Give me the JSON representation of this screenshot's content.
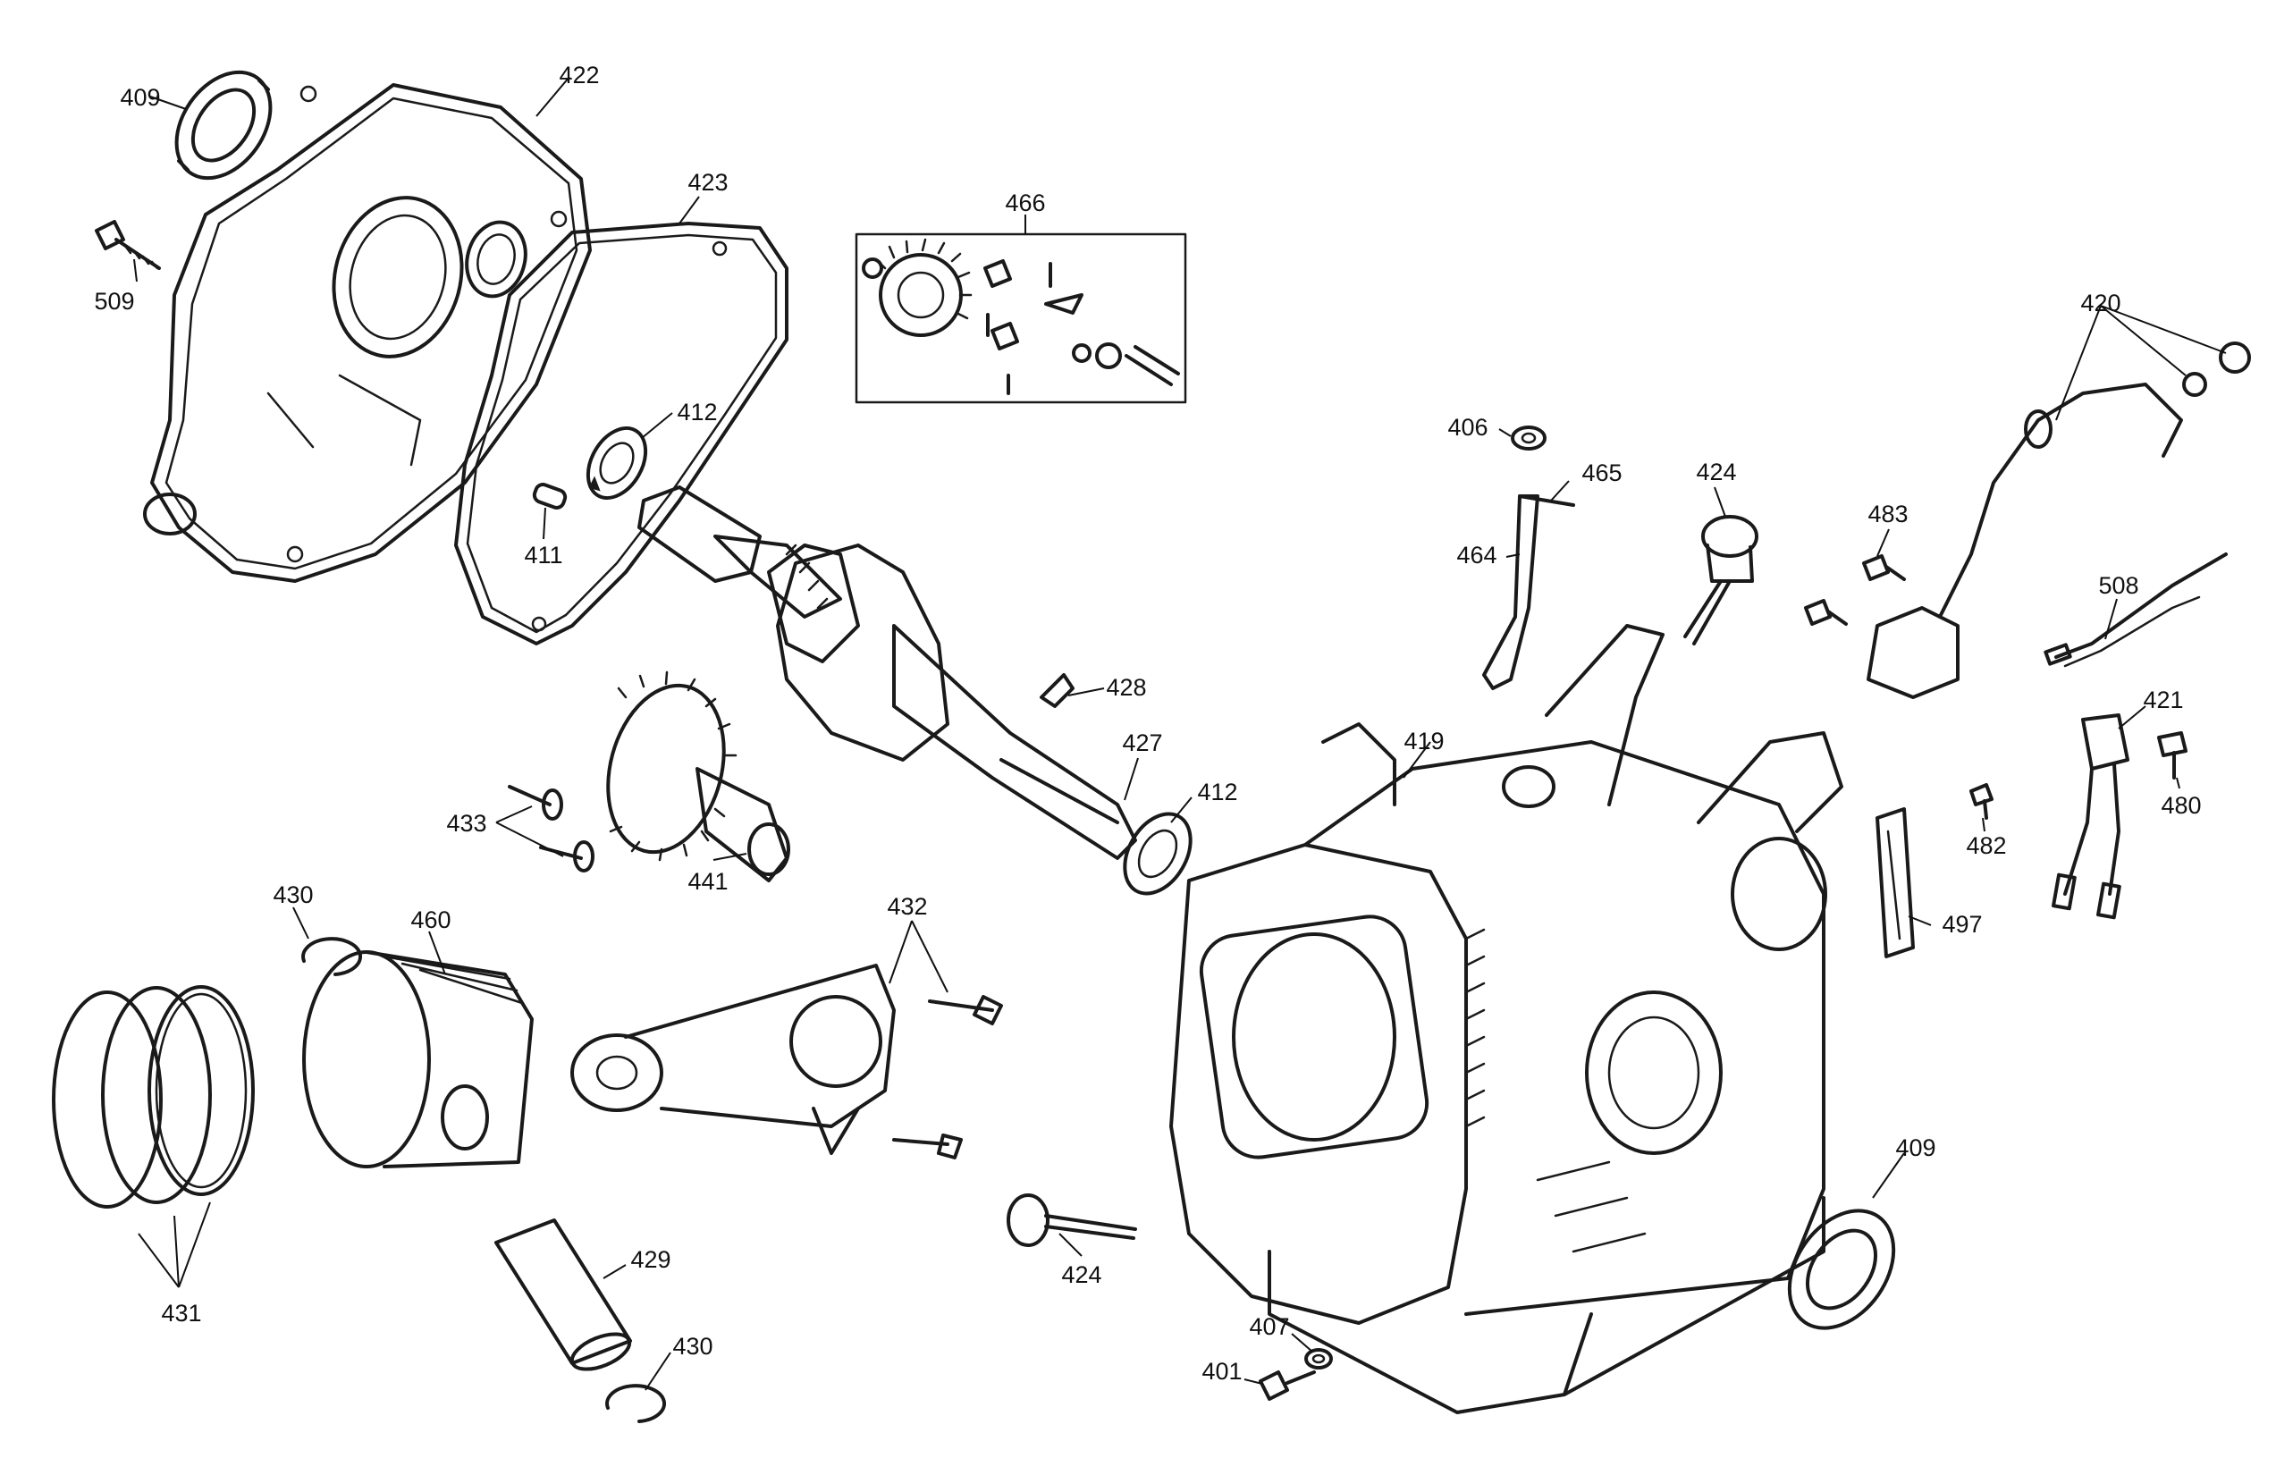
{
  "callouts": {
    "c409a": "409",
    "c422": "422",
    "c423": "423",
    "c509": "509",
    "c466": "466",
    "c412a": "412",
    "c411": "411",
    "c428": "428",
    "c427": "427",
    "c412b": "412",
    "c433": "433",
    "c441": "441",
    "c430a": "430",
    "c460": "460",
    "c432": "432",
    "c431": "431",
    "c429": "429",
    "c430b": "430",
    "c424a": "424",
    "c406": "406",
    "c465": "465",
    "c464": "464",
    "c424b": "424",
    "c483": "483",
    "c420": "420",
    "c508": "508",
    "c421": "421",
    "c480": "480",
    "c482": "482",
    "c419": "419",
    "c497": "497",
    "c409b": "409",
    "c407": "407",
    "c401": "401"
  }
}
